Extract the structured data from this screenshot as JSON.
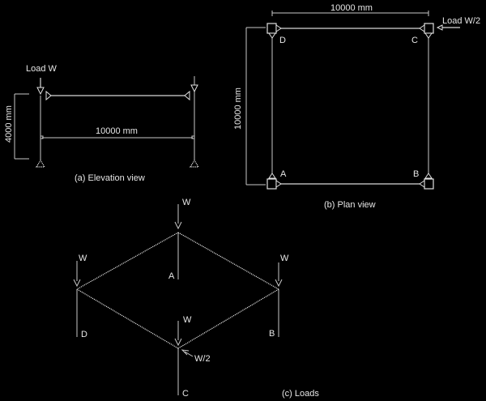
{
  "figure": {
    "elevation": {
      "caption": "(a) Elevation view",
      "load_label": "Load W",
      "height_dim": "4000 mm",
      "span_dim": "10000 mm"
    },
    "plan": {
      "caption": "(b) Plan view",
      "span_dim_x": "10000 mm",
      "span_dim_y": "10000 mm",
      "load_label": "Load W/2",
      "nodes": [
        "A",
        "B",
        "C",
        "D"
      ]
    },
    "loads": {
      "caption": "(c) Loads",
      "node_labels": {
        "A": "A",
        "B": "B",
        "C": "C",
        "D": "D"
      },
      "vertical_load": "W",
      "lateral_load": "W/2"
    }
  },
  "colors": {
    "background": "#000000",
    "line": "#d8d8d8",
    "text": "#e6e6e6"
  }
}
